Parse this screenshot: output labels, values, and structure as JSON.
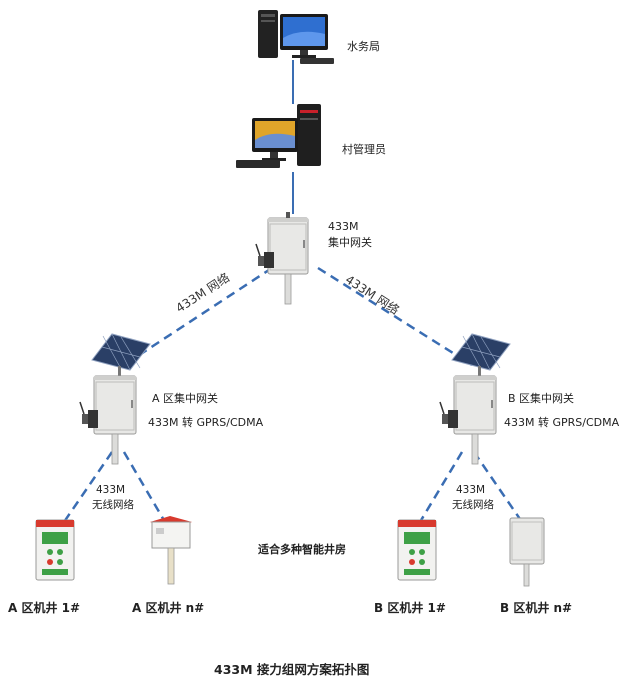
{
  "nodes": {
    "water_bureau": {
      "label": "水务局"
    },
    "village_admin": {
      "label": "村管理员"
    },
    "central_gateway": {
      "line1": "433M",
      "line2": "集中网关"
    },
    "a_gateway": {
      "line1": "A 区集中网关",
      "line2": "433M 转 GPRS/CDMA"
    },
    "b_gateway": {
      "line1": "B 区集中网关",
      "line2": "433M 转 GPRS/CDMA"
    },
    "a_net": {
      "line1": "433M",
      "line2": "无线网络"
    },
    "b_net": {
      "line1": "433M",
      "line2": "无线网络"
    },
    "a_well_1": {
      "label": "A 区机井 1#"
    },
    "a_well_n": {
      "label": "A 区机井 n#"
    },
    "b_well_1": {
      "label": "B 区机井 1#"
    },
    "b_well_n": {
      "label": "B 区机井 n#"
    }
  },
  "links": {
    "left_net": "433M 网络",
    "right_net": "433M 网络"
  },
  "notes": {
    "wellhouse": "适合多种智能井房"
  },
  "caption": "433M 接力组网方案拓扑图",
  "colors": {
    "link_blue": "#3a6db3",
    "cabinet_gray": "#e8e8e6",
    "cabinet_edge": "#9a9a98",
    "panel_red": "#d83a2e",
    "panel_green": "#3ea046"
  },
  "icons": [
    "desktop-computer-icon",
    "workstation-icon",
    "gateway-cabinet-icon",
    "solar-panel-icon",
    "well-control-box-icon"
  ]
}
